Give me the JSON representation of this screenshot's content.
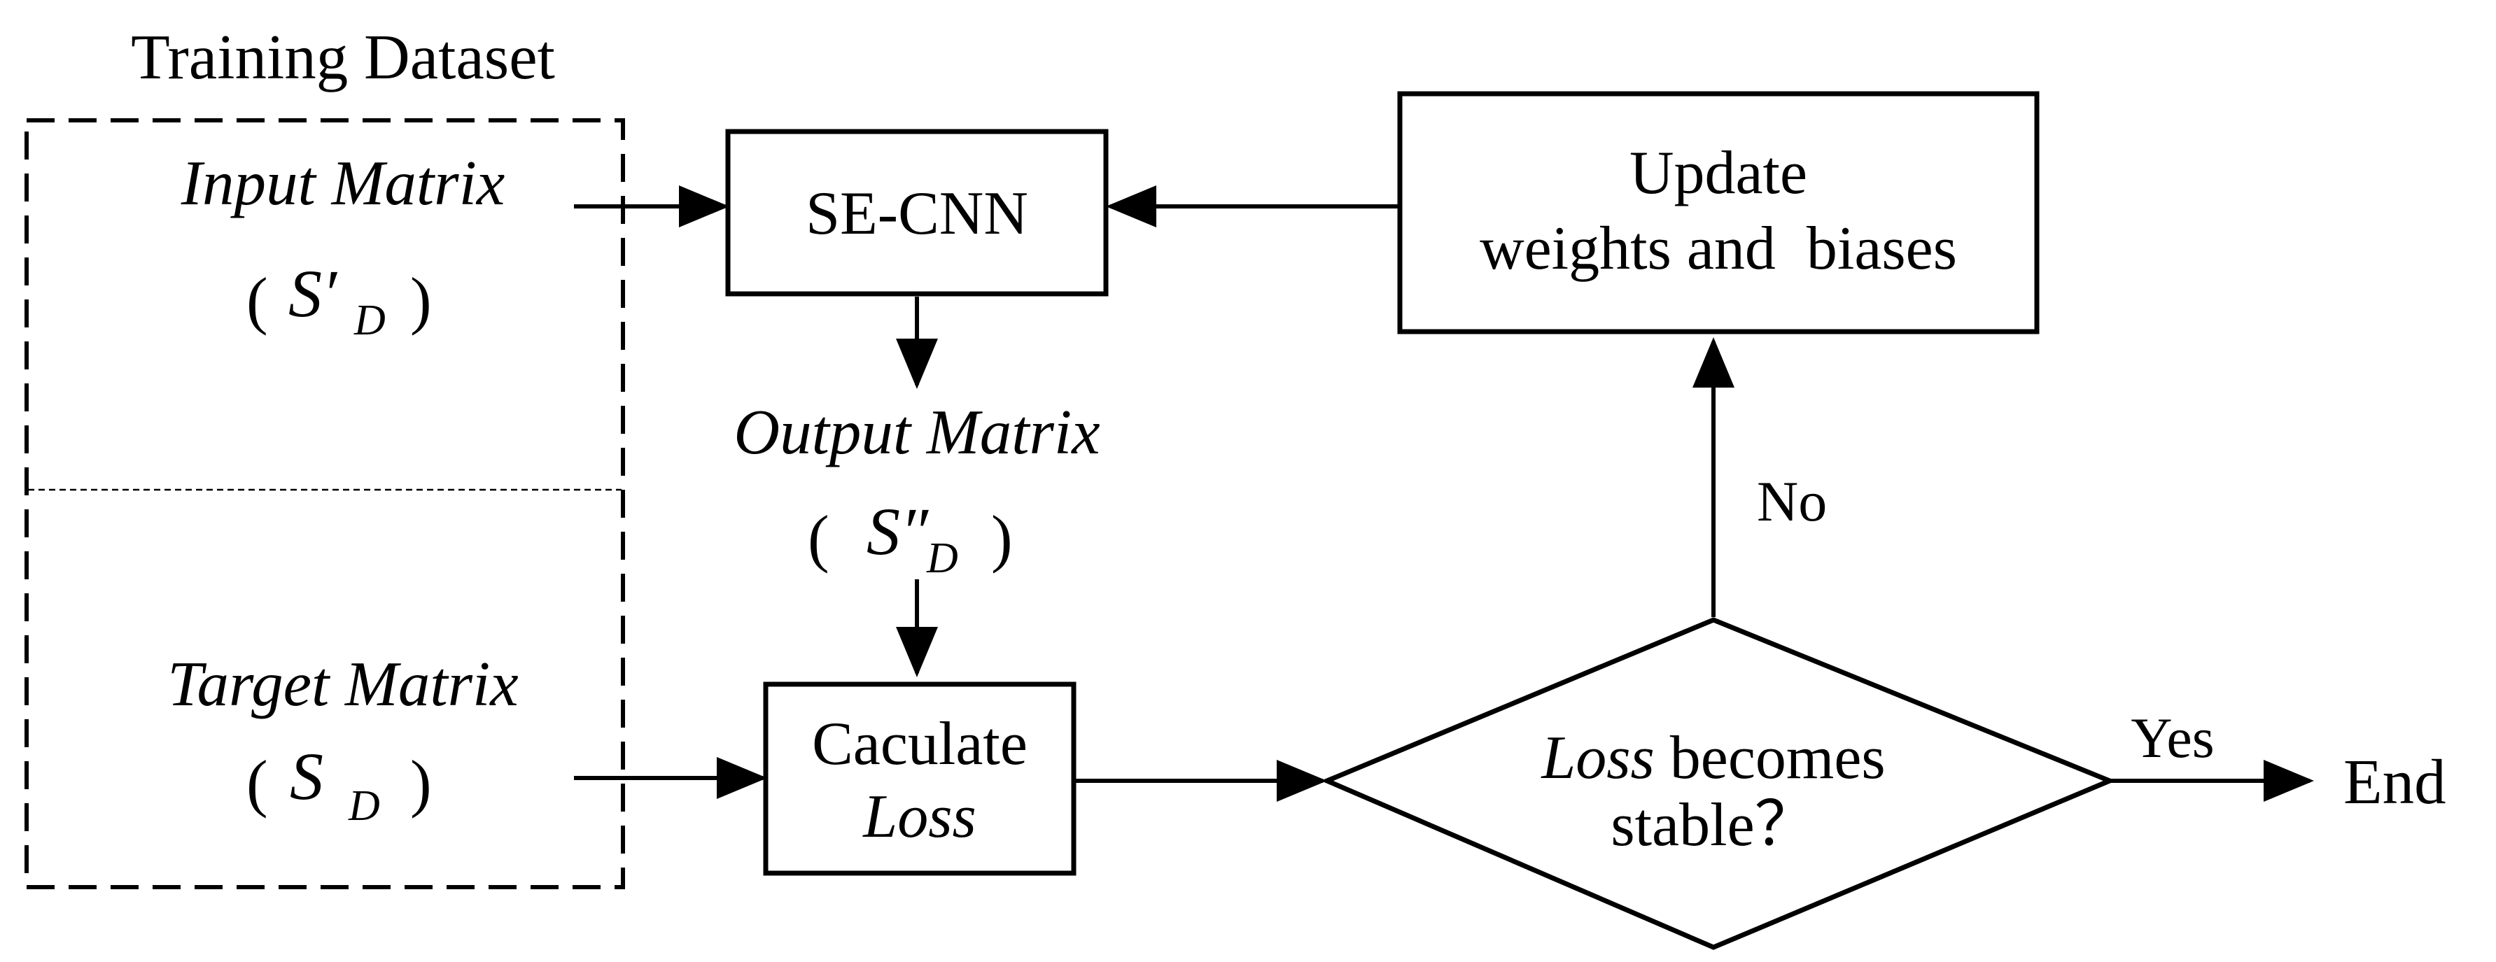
{
  "dataset": {
    "title": "Training Dataset",
    "input_label": "Input Matrix",
    "input_symbol": "S′",
    "input_subscript": "D",
    "target_label": "Target Matrix",
    "target_symbol": "S",
    "target_subscript": "D"
  },
  "paren_open": "(",
  "paren_close": ")",
  "se_cnn": {
    "label": "SE-CNN"
  },
  "output": {
    "label": "Output Matrix",
    "symbol": "S″",
    "subscript": "D"
  },
  "update": {
    "line1": "Update",
    "line2": "weights and  biases"
  },
  "loss_box": {
    "line1": "Caculate",
    "line2": "Loss"
  },
  "decision": {
    "word_italic": "Loss",
    "word_rest": " becomes",
    "line2": "stable？"
  },
  "branches": {
    "no": "No",
    "yes": "Yes"
  },
  "end": {
    "label": "End"
  }
}
